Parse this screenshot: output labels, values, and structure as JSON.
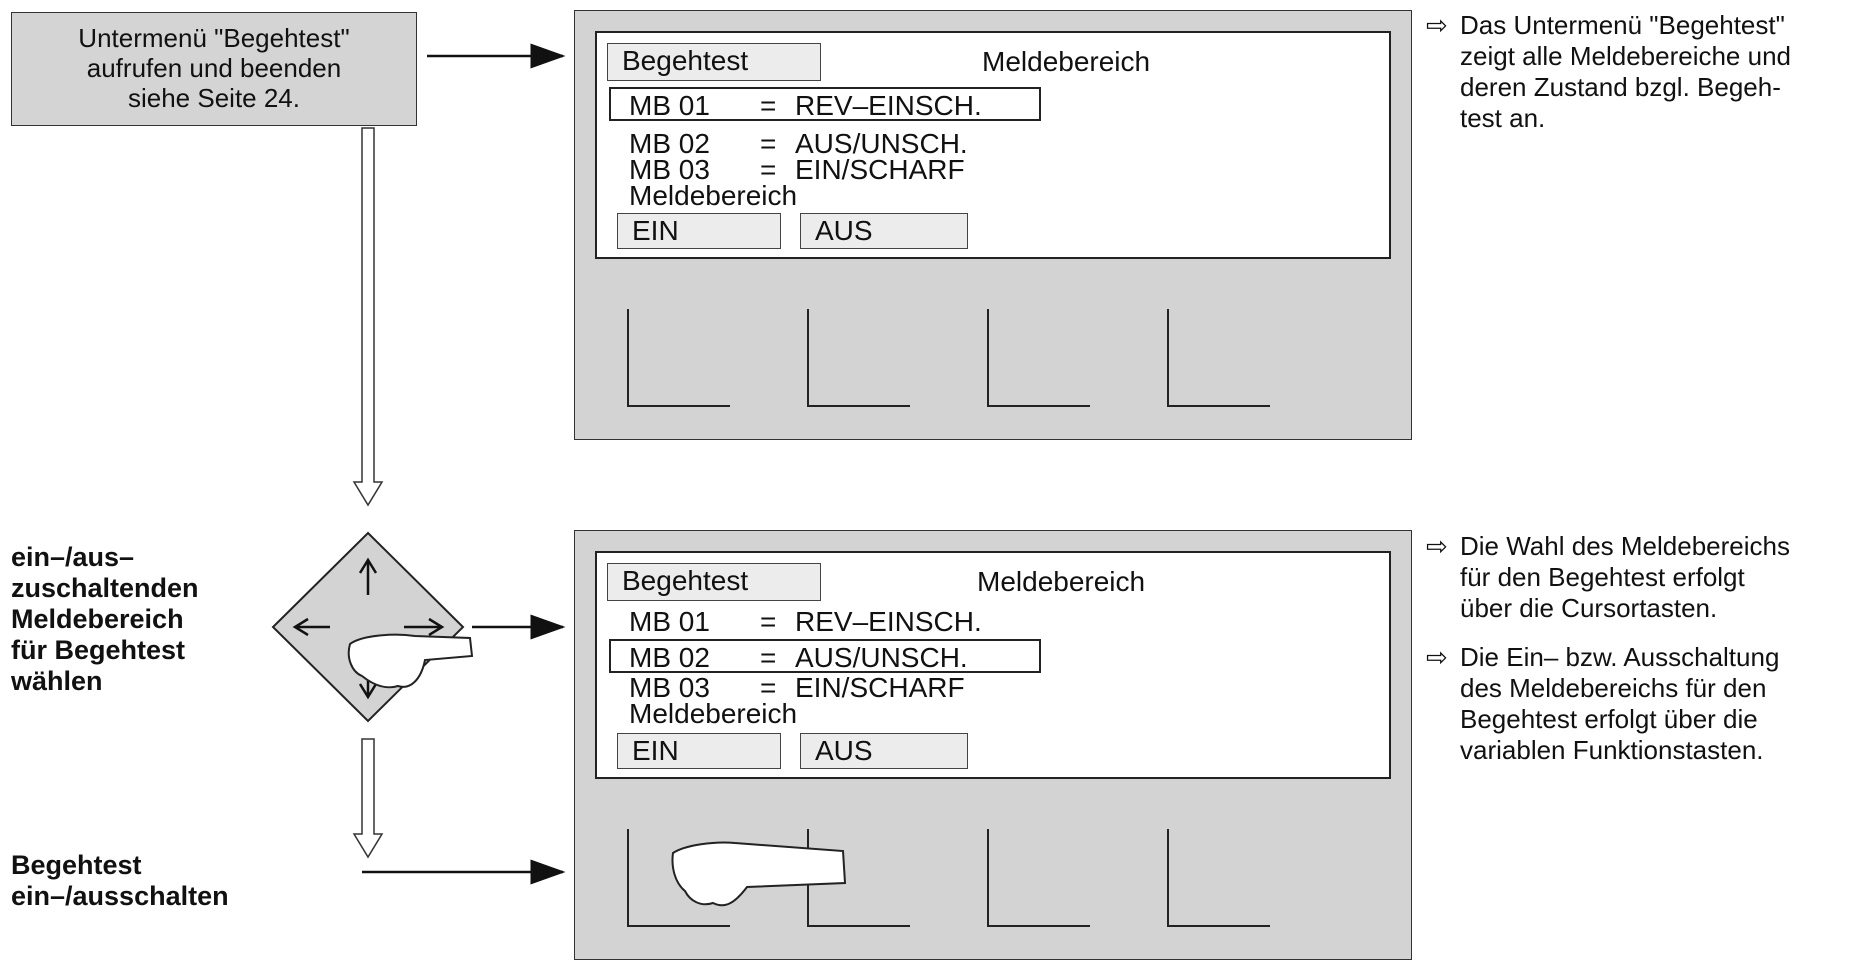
{
  "step_box": {
    "lines": [
      "Untermenü \"Begehtest\"",
      "aufrufen und beenden",
      "siehe Seite 24."
    ]
  },
  "left_labels": {
    "select": [
      "ein–/aus–",
      "zuschaltenden",
      "Meldebereich",
      "für Begehtest",
      "wählen"
    ],
    "toggle": [
      "Begehtest",
      "ein–/ausschalten"
    ]
  },
  "screen": {
    "tab_label": "Begehtest",
    "header": "Meldebereich",
    "rows": [
      {
        "mb": "MB 01",
        "eq": "=",
        "state": "REV–EINSCH."
      },
      {
        "mb": "MB 02",
        "eq": "=",
        "state": "AUS/UNSCH."
      },
      {
        "mb": "MB 03",
        "eq": "=",
        "state": "EIN/SCHARF"
      }
    ],
    "footer_label": "Meldebereich",
    "btn_on": "EIN",
    "btn_off": "AUS"
  },
  "notes": {
    "top": [
      "Das Untermenü \"Begehtest\"",
      "zeigt alle Meldebereiche und",
      "deren Zustand bzgl. Begeh-",
      "test an."
    ],
    "mid1": [
      "Die Wahl des Meldebereichs",
      "für den Begehtest erfolgt",
      "über die Cursortasten."
    ],
    "mid2": [
      "Die Ein– bzw. Ausschaltung",
      "des Meldebereichs für den",
      "Begehtest erfolgt über die",
      "variablen Funktionstasten."
    ],
    "arrow_glyph": "⇨"
  },
  "colors": {
    "panel": "#d3d3d3",
    "box": "#d4d4d4",
    "line": "#222222"
  }
}
